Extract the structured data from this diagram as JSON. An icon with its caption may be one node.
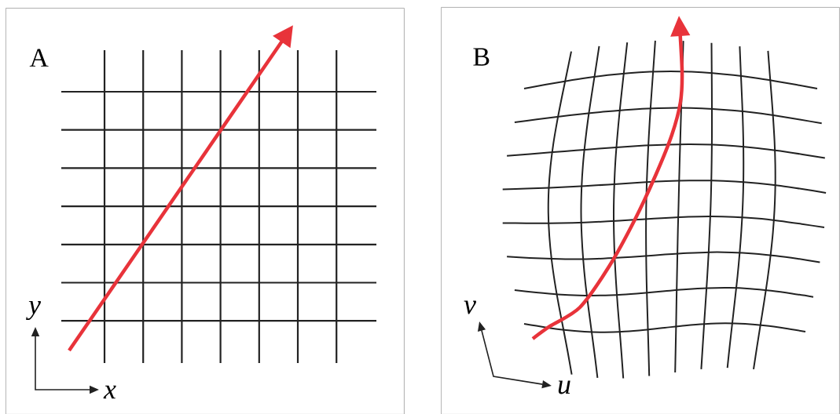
{
  "diagram": {
    "nodes": [
      {
        "text": [
          "A"
        ]
      },
      {
        "text": [
          "B"
        ]
      }
    ],
    "labels": [
      "y",
      "x",
      "v",
      "u"
    ]
  }
}
